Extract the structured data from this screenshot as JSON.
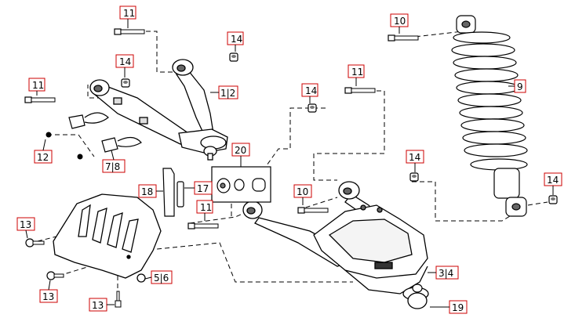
{
  "colors": {
    "line": "#000000",
    "callout_border": "#cc0000",
    "part_fill": "#ffffff",
    "shade": "#444444"
  },
  "callouts": [
    {
      "id": "c11a",
      "text": "11"
    },
    {
      "id": "c14a",
      "text": "14"
    },
    {
      "id": "c10a",
      "text": "10"
    },
    {
      "id": "c14b",
      "text": "14"
    },
    {
      "id": "c11b",
      "text": "11"
    },
    {
      "id": "c1_2",
      "text": "1|2"
    },
    {
      "id": "c11c",
      "text": "11"
    },
    {
      "id": "c14c",
      "text": "14"
    },
    {
      "id": "c9",
      "text": "9"
    },
    {
      "id": "c12",
      "text": "12"
    },
    {
      "id": "c7_8",
      "text": "7|8"
    },
    {
      "id": "c20",
      "text": "20"
    },
    {
      "id": "c14d",
      "text": "14"
    },
    {
      "id": "c10b",
      "text": "10"
    },
    {
      "id": "c18",
      "text": "18"
    },
    {
      "id": "c17",
      "text": "17"
    },
    {
      "id": "c11d",
      "text": "11"
    },
    {
      "id": "c14e",
      "text": "14"
    },
    {
      "id": "c13a",
      "text": "13"
    },
    {
      "id": "c3_4",
      "text": "3|4"
    },
    {
      "id": "c5_6",
      "text": "5|6"
    },
    {
      "id": "c13b",
      "text": "13"
    },
    {
      "id": "c13c",
      "text": "13"
    },
    {
      "id": "c19",
      "text": "19"
    }
  ],
  "parts": [
    "bolt-11-top",
    "nut-14-top",
    "bolt-10-top",
    "upper-a-arm",
    "bolt-11-left",
    "nut-14-left",
    "clips-7-8",
    "screw-12",
    "shock-absorber-spring",
    "nut-14-middle",
    "bolt-11-middle",
    "lower-a-arm",
    "ball-joint",
    "bolt-10-lower",
    "nut-14-lower",
    "nut-14-right",
    "bushing-kit-20",
    "sleeve-18",
    "pin-17",
    "bolt-11-lower",
    "skid-guard",
    "screw-13"
  ]
}
